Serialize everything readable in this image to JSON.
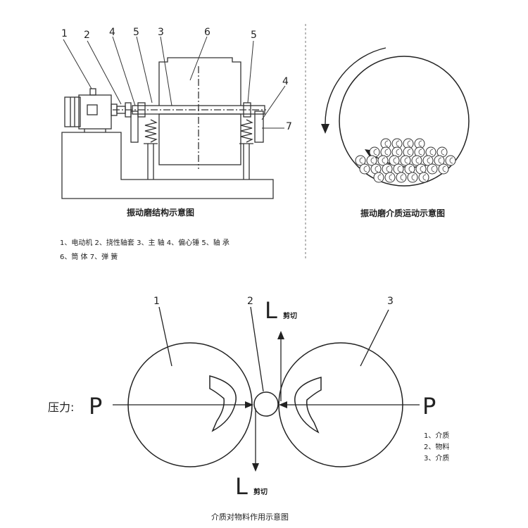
{
  "machine": {
    "callouts": [
      "1",
      "2",
      "4",
      "5",
      "3",
      "6",
      "5",
      "4",
      "7"
    ],
    "caption": "振动磨结构示意图",
    "legend_line1": "1、电动机    2、挠性轴套    3、主 轴    4、偏心锤    5、轴    承",
    "legend_line2": "6、筒 体      7、弹  簧"
  },
  "media_motion": {
    "caption": "振动磨介质运动示意图"
  },
  "force": {
    "labels": [
      "1",
      "2",
      "3"
    ],
    "shear_letter": "L",
    "shear_word": "剪切",
    "pressure_prefix": "压力:",
    "pressure_letter": "P",
    "legend": [
      "1、介质",
      "2、物料",
      "3、介质"
    ],
    "caption": "介质对物料作用示意图"
  }
}
